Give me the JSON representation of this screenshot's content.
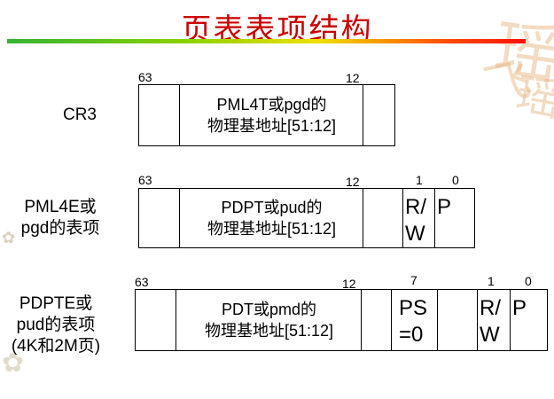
{
  "title": "页表表项结构",
  "rows": [
    {
      "label_lines": [
        "CR3"
      ],
      "bit_labels": [
        "63",
        "12"
      ],
      "addr_field": [
        "PML4T或pgd的",
        "物理基地址[51:12]"
      ]
    },
    {
      "label_lines": [
        "PML4E或",
        "pgd的表项"
      ],
      "bit_labels": [
        "63",
        "12",
        "1",
        "0"
      ],
      "addr_field": [
        "PDPT或pud的",
        "物理基地址[51:12]"
      ],
      "rw_field": [
        "R/",
        "W"
      ],
      "p_field": "P"
    },
    {
      "label_lines": [
        "PDPTE或",
        "pud的表项",
        "(4K和2M页)"
      ],
      "bit_labels": [
        "63",
        "12",
        "7",
        "1",
        "0"
      ],
      "addr_field": [
        "PDT或pmd的",
        "物理基地址[51:12]"
      ],
      "ps_field": [
        "PS",
        "=0"
      ],
      "rw_field": [
        "R/",
        "W"
      ],
      "p_field": "P"
    }
  ]
}
